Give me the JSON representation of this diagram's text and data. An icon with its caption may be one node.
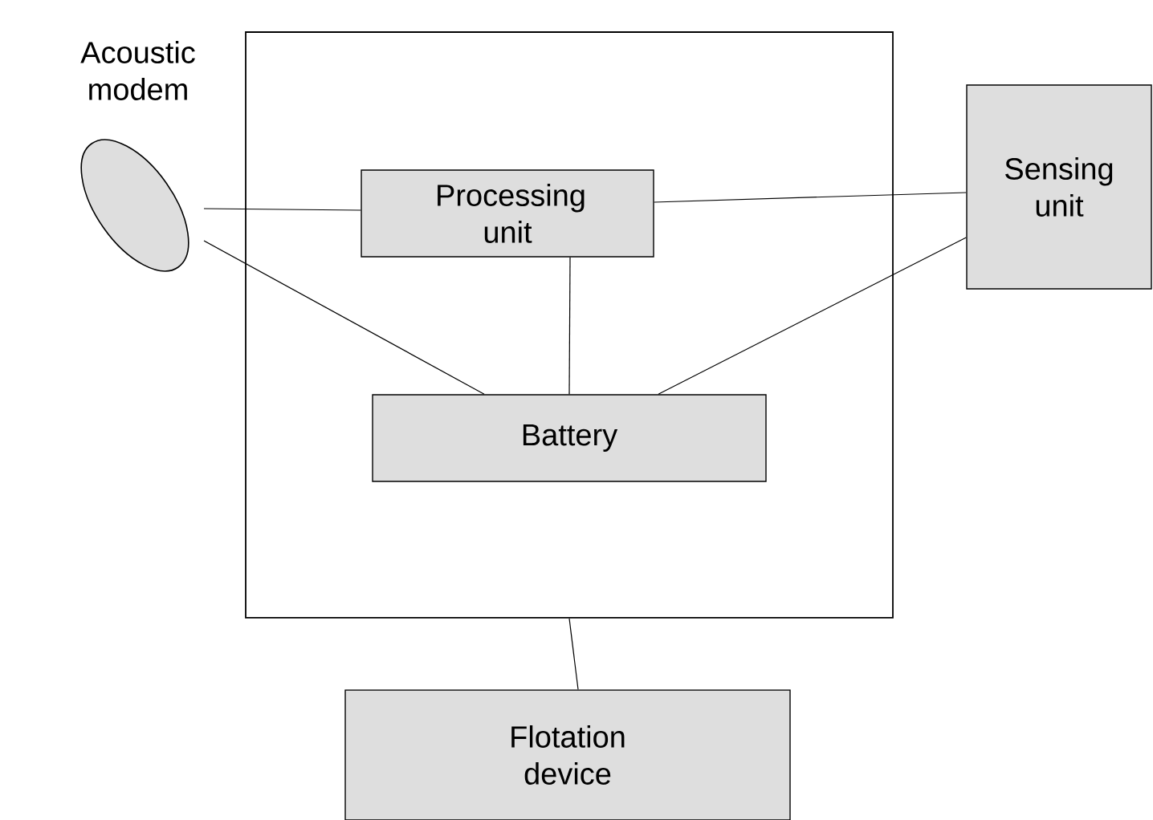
{
  "diagram": {
    "nodes": [
      {
        "text": [],
        "shape": "box"
      },
      {
        "text": [
          "Acoustic modem"
        ]
      },
      {
        "text": [
          "Processing unit"
        ],
        "in": 0
      },
      {
        "text": [
          "Battery"
        ],
        "in": 0
      },
      {
        "text": [
          "Sensing unit"
        ]
      },
      {
        "text": [
          "Flotation device"
        ]
      }
    ],
    "edges": [
      {
        "from": 1,
        "to": 2,
        "arrow": "none"
      },
      {
        "from": 1,
        "to": 3,
        "arrow": "none"
      },
      {
        "from": 2,
        "to": 3,
        "arrow": "none"
      },
      {
        "from": 2,
        "to": 4,
        "arrow": "none"
      },
      {
        "from": 4,
        "to": 3,
        "arrow": "none"
      },
      {
        "from": 0,
        "to": 5,
        "arrow": "none"
      }
    ]
  }
}
